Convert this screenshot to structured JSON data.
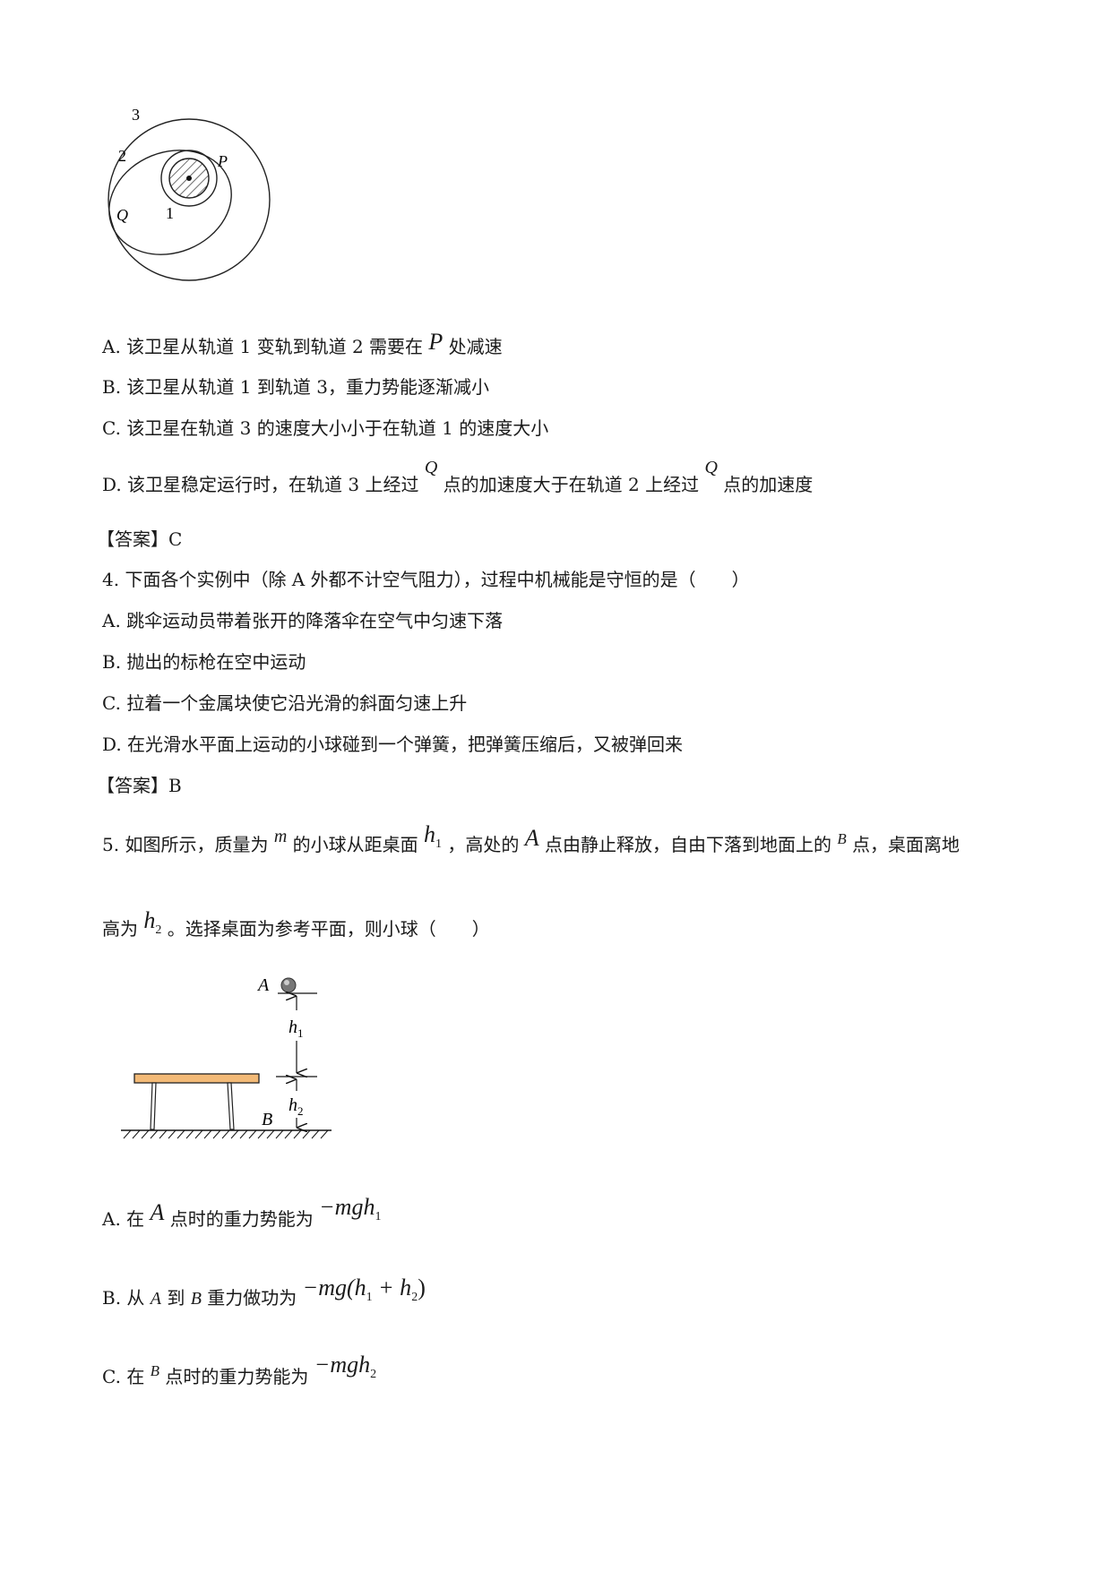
{
  "figure_orbits": {
    "labels": {
      "orbit3": "3",
      "orbit2": "2",
      "orbit1": "1",
      "point_p": "P",
      "point_q": "Q"
    }
  },
  "q3": {
    "options": [
      {
        "letter": "A.",
        "pre": "该卫星从轨道 1 变轨到轨道 2 需要在",
        "sym": "P",
        "post": "处减速"
      },
      {
        "letter": "B.",
        "text": "该卫星从轨道 1 到轨道 3，重力势能逐渐减小"
      },
      {
        "letter": "C.",
        "text": "该卫星在轨道 3 的速度大小小于在轨道 1 的速度大小"
      },
      {
        "letter": "D.",
        "pre": "该卫星稳定运行时，在轨道 3 上经过",
        "sym1": "Q",
        "mid": "点的加速度大于在轨道 2 上经过",
        "sym2": "Q",
        "post": "点的加速度"
      }
    ],
    "answer": "【答案】C"
  },
  "q4": {
    "stem": "4. 下面各个实例中（除 A 外都不计空气阻力），过程中机械能是守恒的是（　　）",
    "options": [
      "A. 跳伞运动员带着张开的降落伞在空气中匀速下落",
      "B. 抛出的标枪在空中运动",
      "C. 拉着一个金属块使它沿光滑的斜面匀速上升",
      "D. 在光滑水平面上运动的小球碰到一个弹簧，把弹簧压缩后，又被弹回来"
    ],
    "answer": "【答案】B"
  },
  "q5": {
    "stem1": {
      "a": "5. 如图所示，质量为",
      "m": "m",
      "b": "的小球从距桌面",
      "h": "h",
      "hsub": "1",
      "c": "，高处的",
      "A": "A",
      "d": "点由静止释放，自由下落到地面上的",
      "B": "B",
      "e": "点，桌面离地"
    },
    "stem2": {
      "a": "高为",
      "h": "h",
      "hsub": "2",
      "b": "。选择桌面为参考平面，则小球（　　）"
    },
    "figure": {
      "label_a": "A",
      "label_b": "B",
      "h": "h",
      "sub1": "1",
      "sub2": "2"
    },
    "options": [
      {
        "letter": "A.",
        "pre": "在",
        "sym": "A",
        "post": "点时的重力势能为",
        "expr": "−mgh",
        "sub": "1"
      },
      {
        "letter": "B.",
        "pre": "从",
        "s1": "A",
        "mid": "到",
        "s2": "B",
        "post": "重力做功为",
        "expr": "−mg(h",
        "sub1": "1",
        "plus": " + h",
        "sub2": "2",
        "close": ")"
      },
      {
        "letter": "C.",
        "pre": "在",
        "sym": "B",
        "post": "点时的重力势能为",
        "expr": "−mgh",
        "sub": "2"
      }
    ]
  }
}
